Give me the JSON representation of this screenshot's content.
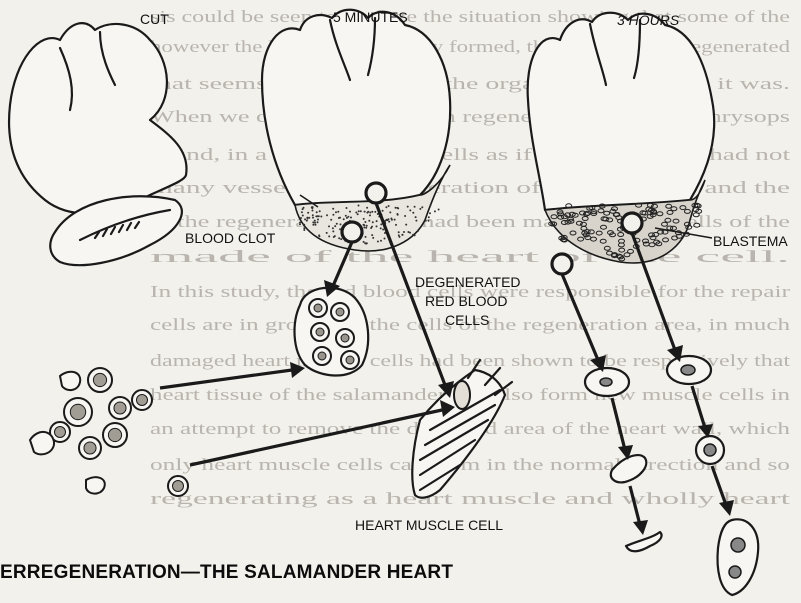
{
  "labels": {
    "cut": "CUT",
    "five_minutes": "5 MINUTES",
    "three_hours": "3 HOURS",
    "blood_clot": "BLOOD CLOT",
    "blastema": "BLASTEMA",
    "degenerated_1": "DEGENERATED",
    "degenerated_2": "RED BLOOD",
    "degenerated_3": "CELLS",
    "heart_muscle_cell": "HEART MUSCLE CELL"
  },
  "caption": "ERREGENERATION—THE SALAMANDER HEART",
  "background_text_lines": [
    "sis could be seen to analyze the situation showing that some of the",
    "however the heart was normally formed, the tissues being regenerated",
    "that seems at the repair of the organs as quickly as it was.",
    "When we did we read certain regeneration: that the Chrysops",
    "found, in a tiny, the heart cells as if the salamander had not",
    "many vessels and regeneration of the Posterior and the",
    "in the regenerating tissue had been made of heart cells of the",
    "made of the heart of the cell.",
    "In this study, the red blood cells were responsible for the repair",
    "cells are in growth of the cells of the regeneration area, in much",
    "damaged heart muscle cells had been shown to be respectively that",
    "heart tissue of the salamander can also form new muscle cells in",
    "an attempt to remove the damaged area of the heart wall, which",
    "only heart muscle cells can form in the normal direction and so",
    "regenerating as a heart muscle and wholly heart"
  ],
  "colors": {
    "ink": "#1a1a1a",
    "paper": "#f3f1ec",
    "faded_text": "#b9b5ae"
  }
}
